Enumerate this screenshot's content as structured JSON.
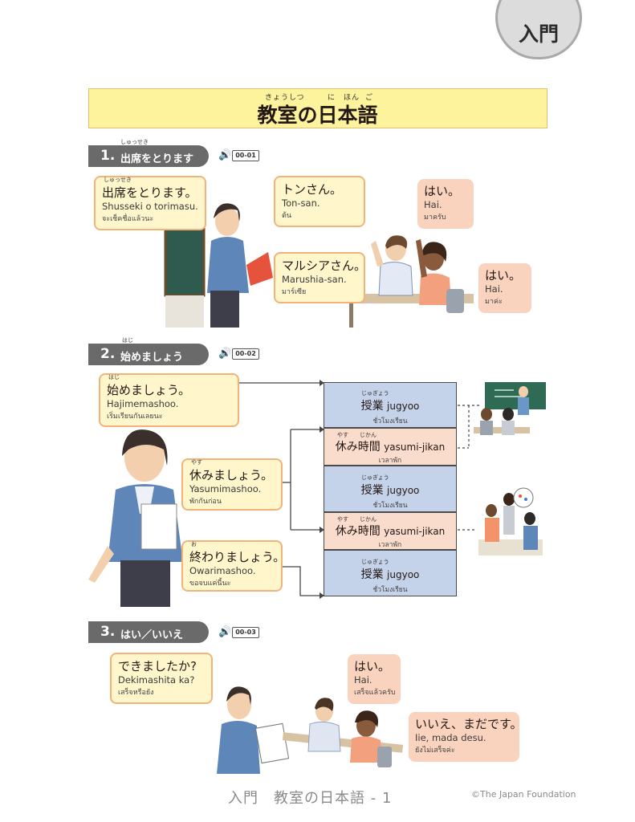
{
  "level_tab": "入門",
  "title": {
    "text": "教室の日本語",
    "ruby_kyoushitsu": "きょうしつ",
    "ruby_ni": "に",
    "ruby_hon": "ほん",
    "ruby_go": "ご"
  },
  "sections": [
    {
      "number": "1.",
      "label": "出席をとります",
      "ruby": "しゅっせき",
      "audio": "00-01",
      "bubbles": [
        {
          "jp": "出席をとります。",
          "ruby": "しゅっせき",
          "romaji": "Shusseki o torimasu.",
          "thai": "จะเช็คชื่อแล้วนะ"
        },
        {
          "jp": "トンさん。",
          "romaji": "Ton-san.",
          "thai": "ต้น"
        },
        {
          "jp": "マルシアさん。",
          "romaji": "Marushia-san.",
          "thai": "มาร์เซีย"
        },
        {
          "jp": "はい。",
          "romaji": "Hai.",
          "thai": "มาครับ"
        },
        {
          "jp": "はい。",
          "romaji": "Hai.",
          "thai": "มาค่ะ"
        }
      ]
    },
    {
      "number": "2.",
      "label": "始めましょう",
      "ruby": "はじ",
      "audio": "00-02",
      "bubbles": [
        {
          "jp": "始めましょう。",
          "ruby": "はじ",
          "romaji": "Hajimemashoo.",
          "thai": "เริ่มเรียนกันเลยนะ"
        },
        {
          "jp": "休みましょう。",
          "ruby": "やす",
          "romaji": "Yasumimashoo.",
          "thai": "พักกันก่อน"
        },
        {
          "jp": "終わりましょう。",
          "ruby": "お",
          "romaji": "Owarimashoo.",
          "thai": "ขอจบแค่นี้นะ"
        }
      ],
      "schedule": [
        {
          "kind": "class",
          "jp": "授業",
          "ruby": "じゅぎょう",
          "romaji": "jugyoo",
          "thai": "ชั่วโมงเรียน"
        },
        {
          "kind": "break",
          "jp": "休み時間",
          "ruby_a": "やす",
          "ruby_b": "じかん",
          "romaji": "yasumi-jikan",
          "thai": "เวลาพัก"
        },
        {
          "kind": "class",
          "jp": "授業",
          "ruby": "じゅぎょう",
          "romaji": "jugyoo",
          "thai": "ชั่วโมงเรียน"
        },
        {
          "kind": "break",
          "jp": "休み時間",
          "ruby_a": "やす",
          "ruby_b": "じかん",
          "romaji": "yasumi-jikan",
          "thai": "เวลาพัก"
        },
        {
          "kind": "class",
          "jp": "授業",
          "ruby": "じゅぎょう",
          "romaji": "jugyoo",
          "thai": "ชั่วโมงเรียน"
        }
      ]
    },
    {
      "number": "3.",
      "label": "はい／いいえ",
      "audio": "00-03",
      "bubbles": [
        {
          "jp": "できましたか?",
          "romaji": "Dekimashita ka?",
          "thai": "เสร็จหรือยัง"
        },
        {
          "jp": "はい。",
          "romaji": "Hai.",
          "thai": "เสร็จแล้วครับ"
        },
        {
          "jp": "いいえ、まだです。",
          "romaji": "Iie, mada desu.",
          "thai": "ยังไม่เสร็จค่ะ"
        }
      ]
    }
  ],
  "footer": {
    "title": "入門　教室の日本語 - 1",
    "copyright": "©The Japan Foundation"
  },
  "colors": {
    "title_banner": "#fdf39c",
    "bubble_yellow": "#fff6cc",
    "bubble_border": "#f2b37a",
    "bubble_pink": "#fad3be",
    "class_box": "#c5d3ea",
    "break_box": "#f9dccb",
    "section_bar": "#6a6a6a"
  }
}
